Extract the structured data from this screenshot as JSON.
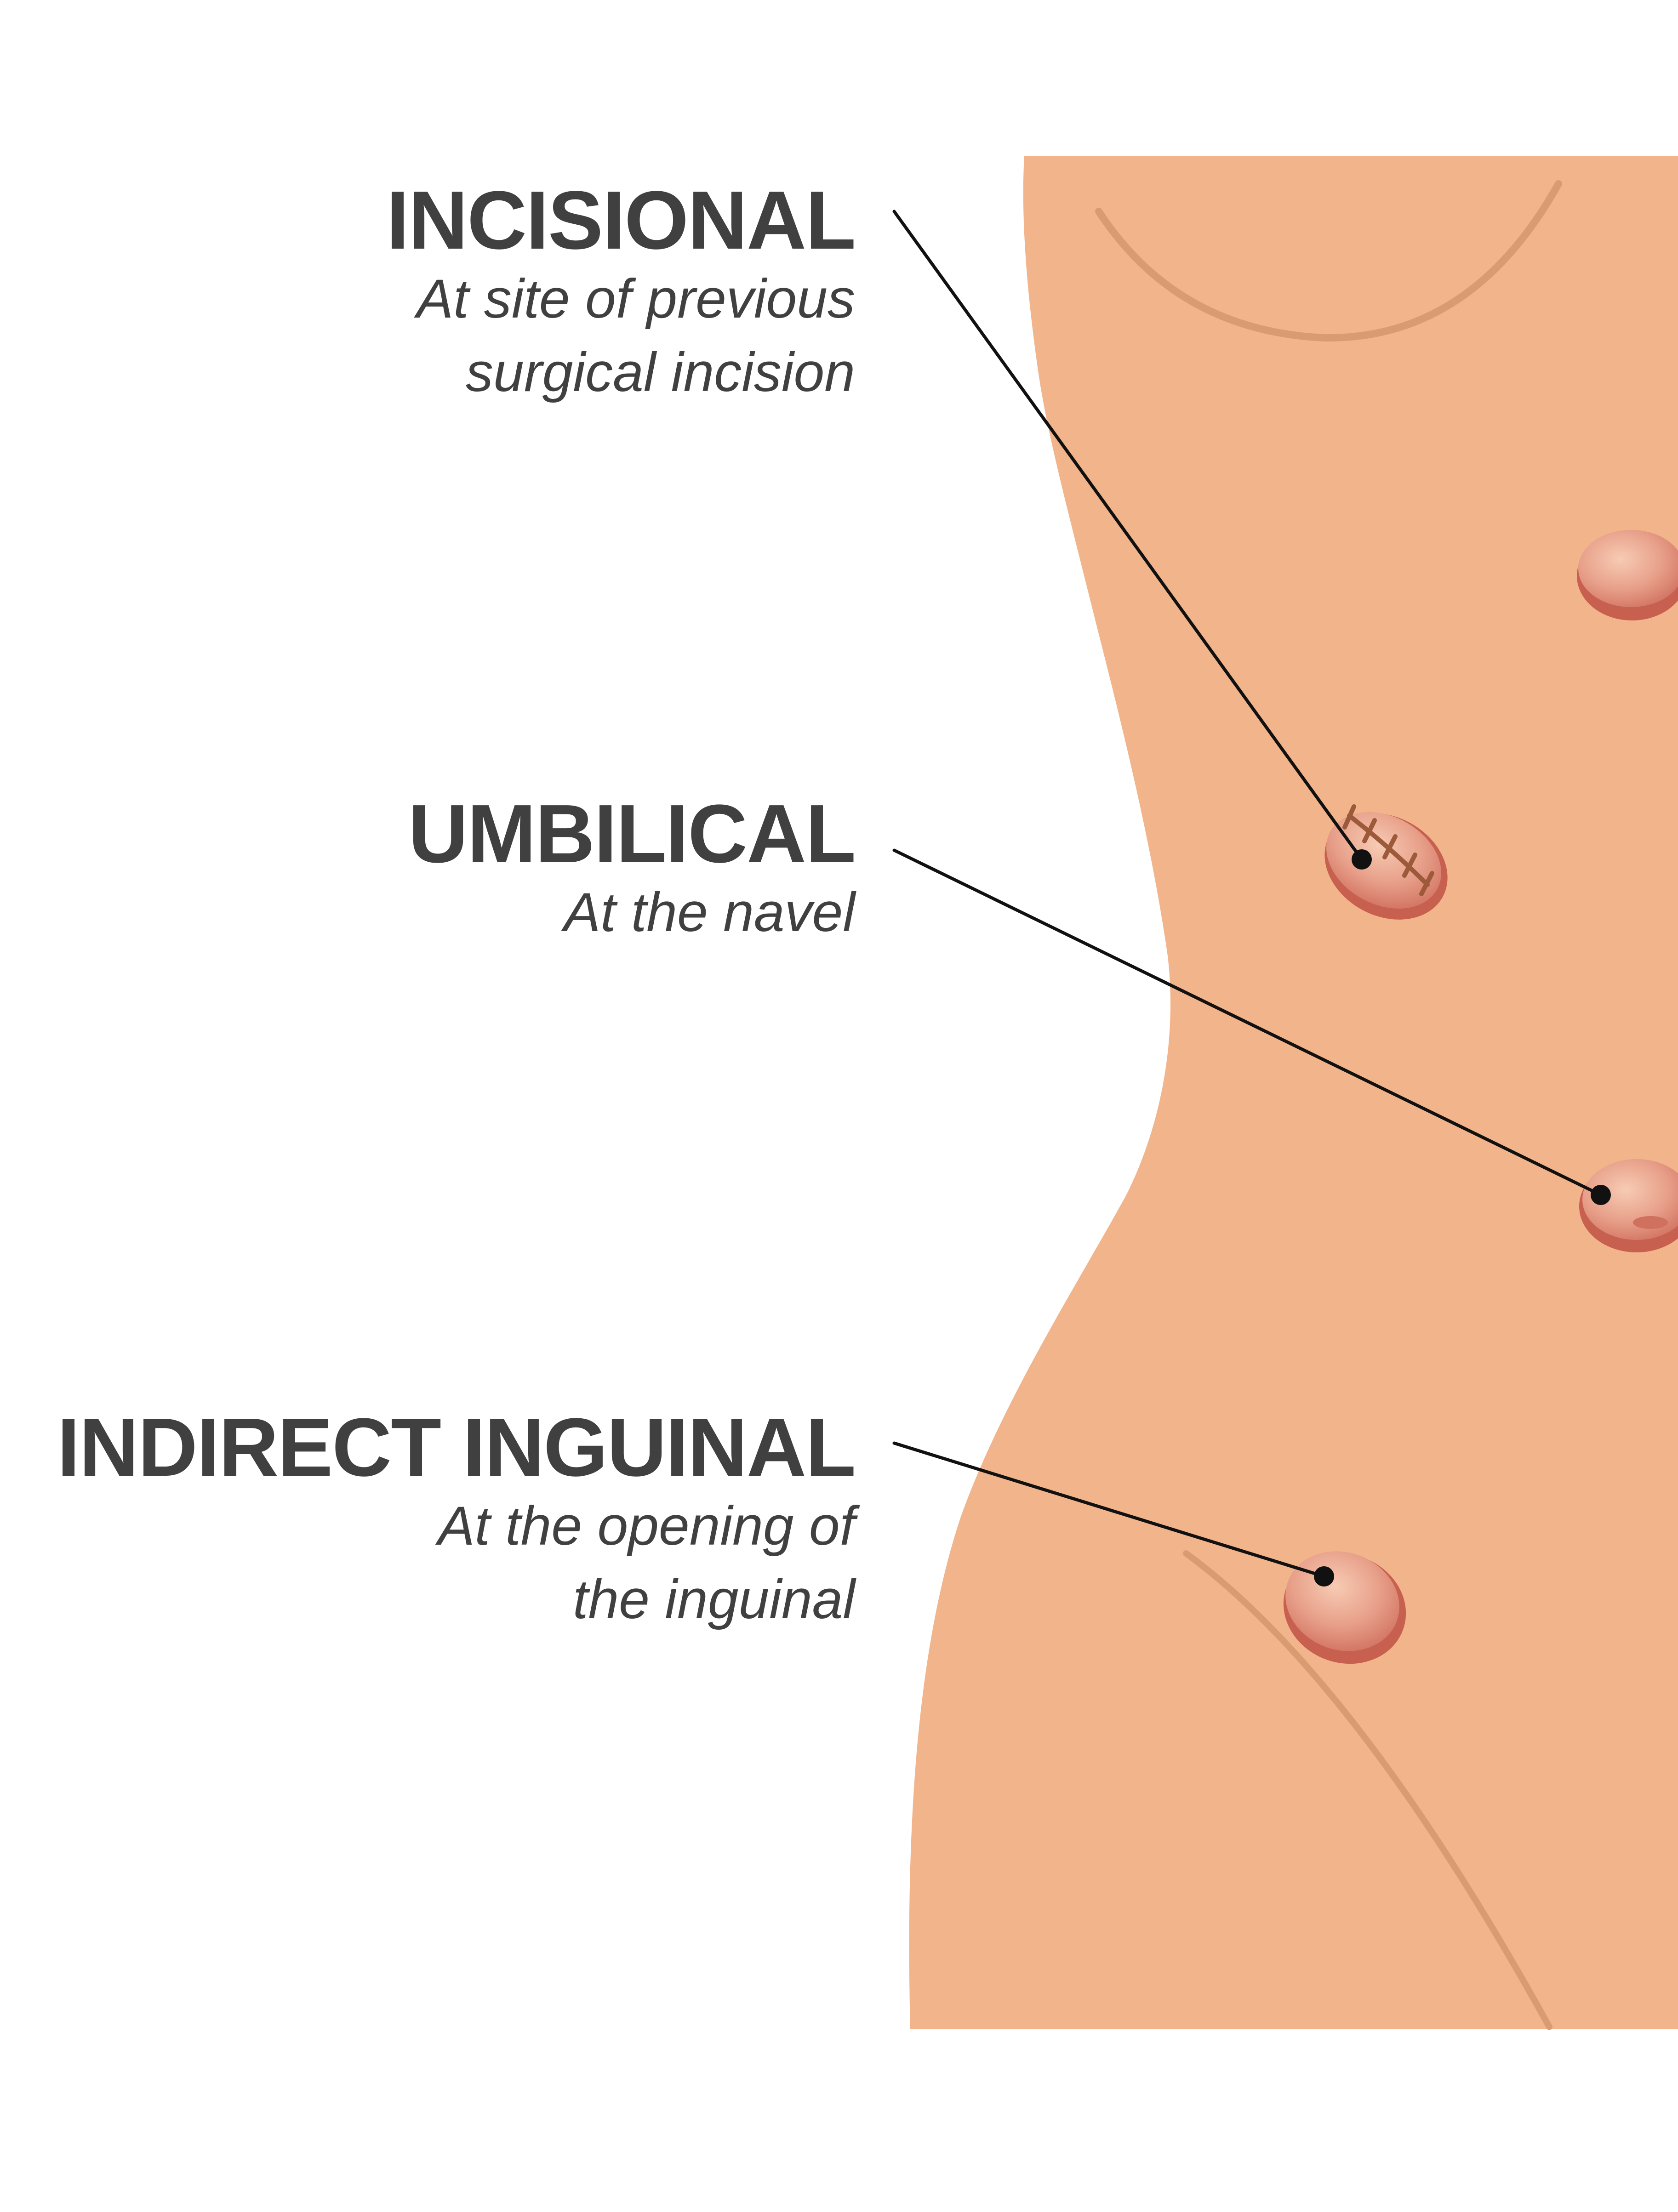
{
  "labels": {
    "incisional": {
      "title": "INCISIONAL",
      "desc_line1": "At site of previous",
      "desc_line2": "surgical incision"
    },
    "umbilical": {
      "title": "UMBILICAL",
      "desc_line1": "At the navel"
    },
    "indirect_inguinal": {
      "title": "INDIRECT INGUINAL",
      "desc_line1": "At the opening of",
      "desc_line2": "the inguinal"
    }
  },
  "colors": {
    "skin": "#f2b48b",
    "skin_crease": "#d99c72",
    "hernia": "#e08a7c",
    "hernia_highlight": "#f5c1aa",
    "hernia_rim": "#c7604f",
    "stitches": "#9c5a3a",
    "text": "#404040",
    "leader_line": "#111111"
  }
}
